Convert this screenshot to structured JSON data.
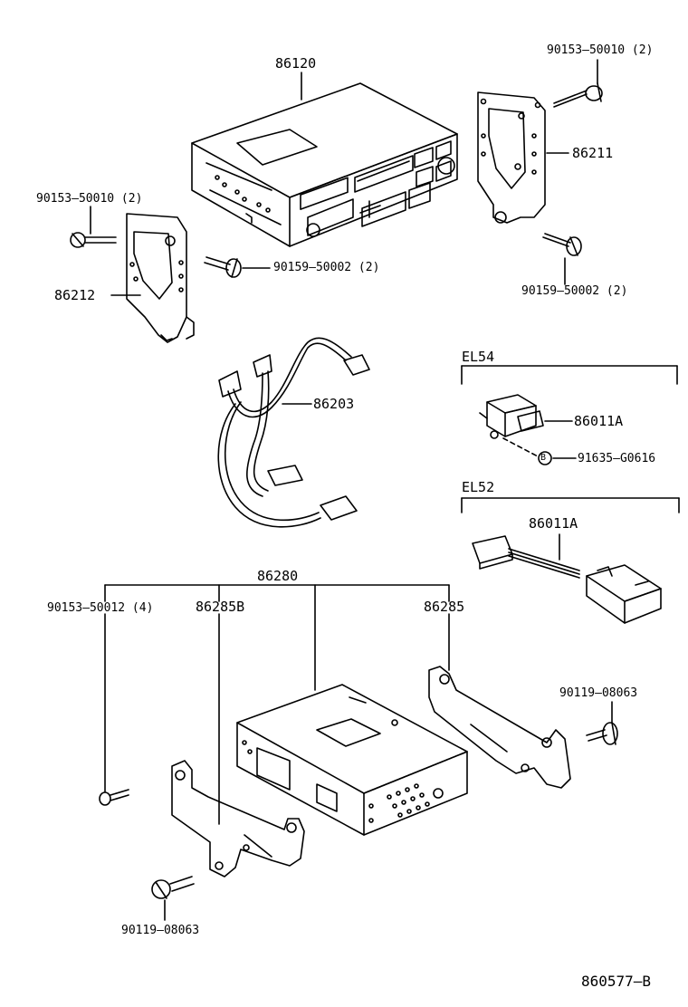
{
  "parts": {
    "head_unit": "86120",
    "bracket_right": "86211",
    "bracket_left": "86212",
    "wire_harness": "86203",
    "amp_assembly": "86280",
    "amp_bracket_left": "86285B",
    "amp_bracket_right": "86285",
    "plug_el54": "86011A",
    "plug_el52": "86011A"
  },
  "fasteners": {
    "screw_top_right": "90153–50010 (2)",
    "screw_top_left": "90153–50010 (2)",
    "bolt_center": "90159–50002 (2)",
    "bolt_right": "90159–50002 (2)",
    "screw_amp": "90153–50012 (4)",
    "bolt_amp_right": "90119–08063",
    "bolt_amp_left": "90119–08063",
    "clip_el54": "91635–G0616",
    "clip_marker": "B"
  },
  "sections": {
    "el54": "EL54",
    "el52": "EL52"
  },
  "diagram_code": "860577–B"
}
